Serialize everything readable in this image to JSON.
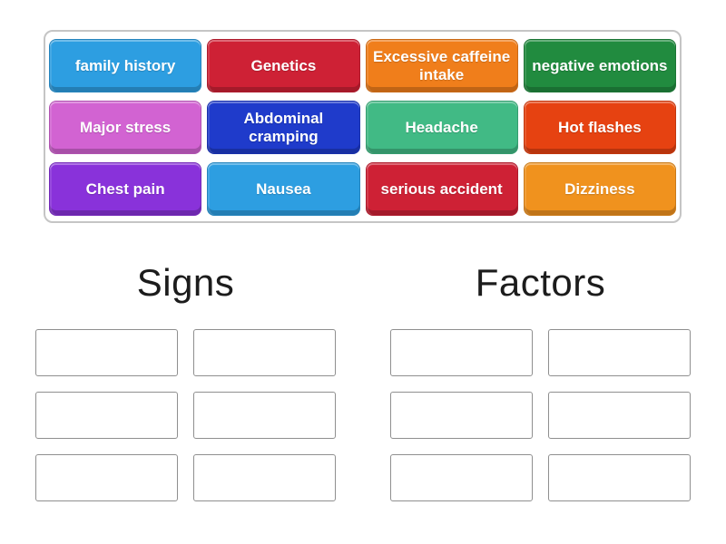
{
  "tray": {
    "tiles": [
      {
        "label": "family history",
        "color": "#2d9ee1"
      },
      {
        "label": "Genetics",
        "color": "#ce2135"
      },
      {
        "label": "Excessive caffeine intake",
        "color": "#f07e1b"
      },
      {
        "label": "negative emotions",
        "color": "#218b3f"
      },
      {
        "label": "Major stress",
        "color": "#d263d2"
      },
      {
        "label": "Abdominal cramping",
        "color": "#1f3bcb"
      },
      {
        "label": "Headache",
        "color": "#41ba85"
      },
      {
        "label": "Hot flashes",
        "color": "#e64211"
      },
      {
        "label": "Chest pain",
        "color": "#8932da"
      },
      {
        "label": "Nausea",
        "color": "#2d9ee1"
      },
      {
        "label": "serious accident",
        "color": "#ce2135"
      },
      {
        "label": "Dizziness",
        "color": "#f0921e"
      }
    ]
  },
  "groups": [
    {
      "label": "Signs",
      "slot_count": 6
    },
    {
      "label": "Factors",
      "slot_count": 6
    }
  ]
}
